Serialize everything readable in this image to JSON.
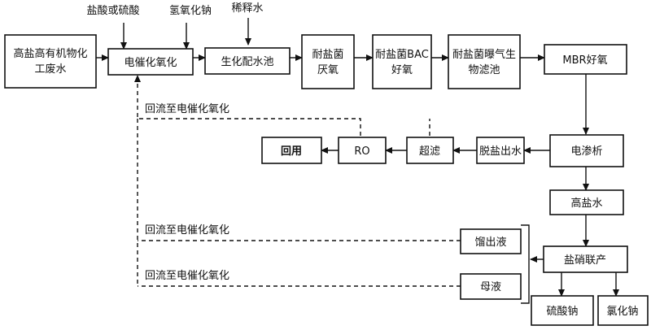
{
  "nodes": {
    "wastewater": [
      "高盐高有机物化",
      "工废水"
    ],
    "electrocat": "电催化氧化",
    "biomix": "生化配水池",
    "anaerobic": [
      "耐盐菌",
      "厌氧"
    ],
    "bac": [
      "耐盐菌BAC",
      "好氧"
    ],
    "biofilter": [
      "耐盐菌曝气生",
      "物滤池"
    ],
    "mbr": "MBR好氧",
    "electrodialysis": "电渗析",
    "desalted": "脱盐出水",
    "uf": "超滤",
    "ro": "RO",
    "reuse": "回用",
    "highsalt": "高盐水",
    "saltnitrate": "盐硝联产",
    "distillate": "馏出液",
    "motherliquor": "母液",
    "na2so4": "硫酸钠",
    "nacl": "氯化钠"
  },
  "inputs": {
    "acid": "盐酸或硫酸",
    "naoh": "氢氧化钠",
    "dilution": "稀释水"
  },
  "recycle": {
    "label1": "回流至电催化氧化",
    "label2": "回流至电催化氧化",
    "label3": "回流至电催化氧化"
  }
}
